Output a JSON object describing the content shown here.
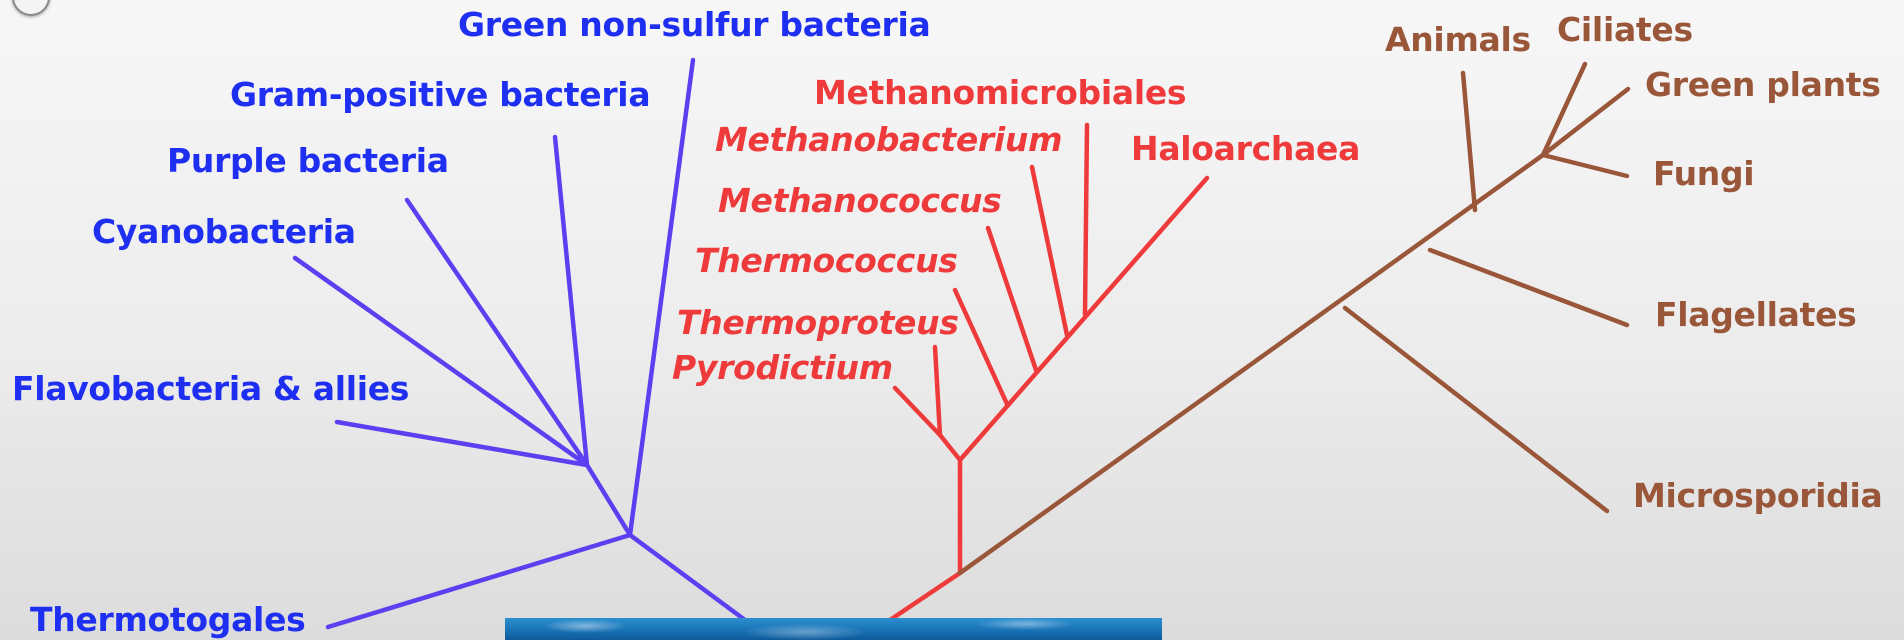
{
  "bacteria": {
    "color": "#1f2ff2",
    "labels": {
      "green_non_sulfur": "Green non-sulfur bacteria",
      "gram_positive": "Gram-positive bacteria",
      "purple": "Purple bacteria",
      "cyanobacteria": "Cyanobacteria",
      "flavobacteria": "Flavobacteria & allies",
      "thermotogales": "Thermotogales"
    }
  },
  "archaea": {
    "color": "#ee3a3a",
    "labels": {
      "methanomicrobiales": "Methanomicrobiales",
      "methanobacterium": "Methanobacterium",
      "haloarchaea": "Haloarchaea",
      "methanococcus": "Methanococcus",
      "thermococcus": "Thermococcus",
      "thermoproteus": "Thermoproteus",
      "pyrodictium": "Pyrodictium"
    }
  },
  "eukaryota": {
    "color": "#9a5638",
    "labels": {
      "animals": "Animals",
      "ciliates": "Ciliates",
      "green_plants": "Green plants",
      "fungi": "Fungi",
      "flagellates": "Flagellates",
      "microsporidia": "Microsporidia"
    }
  }
}
